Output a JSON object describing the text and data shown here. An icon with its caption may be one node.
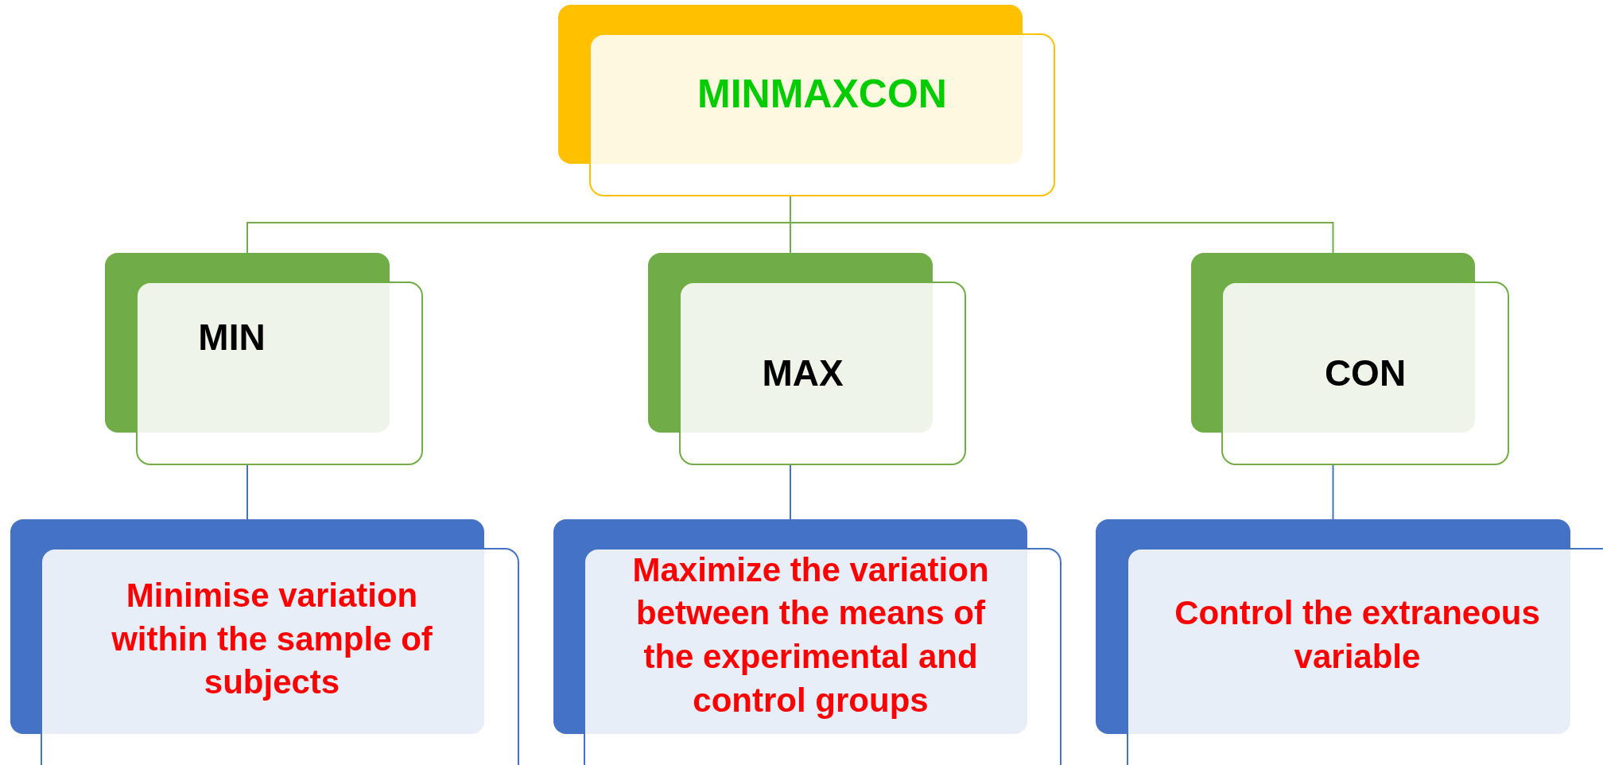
{
  "diagram": {
    "nodes": [
      {
        "text": [
          "MINMAXCON"
        ]
      },
      {
        "text": [
          "MIN"
        ]
      },
      {
        "text": [
          "MAX"
        ]
      },
      {
        "text": [
          "CON"
        ]
      },
      {
        "text": [
          "Minimise variation within the sample of subjects"
        ]
      },
      {
        "text": [
          "Maximize the variation between the means of the experimental and control groups"
        ]
      },
      {
        "text": [
          "Control the extraneous variable"
        ]
      }
    ],
    "edges": [
      {
        "from": 0,
        "to": 1,
        "arrow": "none"
      },
      {
        "from": 0,
        "to": 2,
        "arrow": "none"
      },
      {
        "from": 0,
        "to": 3,
        "arrow": "none"
      },
      {
        "from": 1,
        "to": 4,
        "arrow": "none",
        "color": "#4472c4"
      },
      {
        "from": 2,
        "to": 5,
        "arrow": "none",
        "color": "#4472c4"
      },
      {
        "from": 3,
        "to": 6,
        "arrow": "none",
        "color": "#4472c4"
      }
    ]
  }
}
